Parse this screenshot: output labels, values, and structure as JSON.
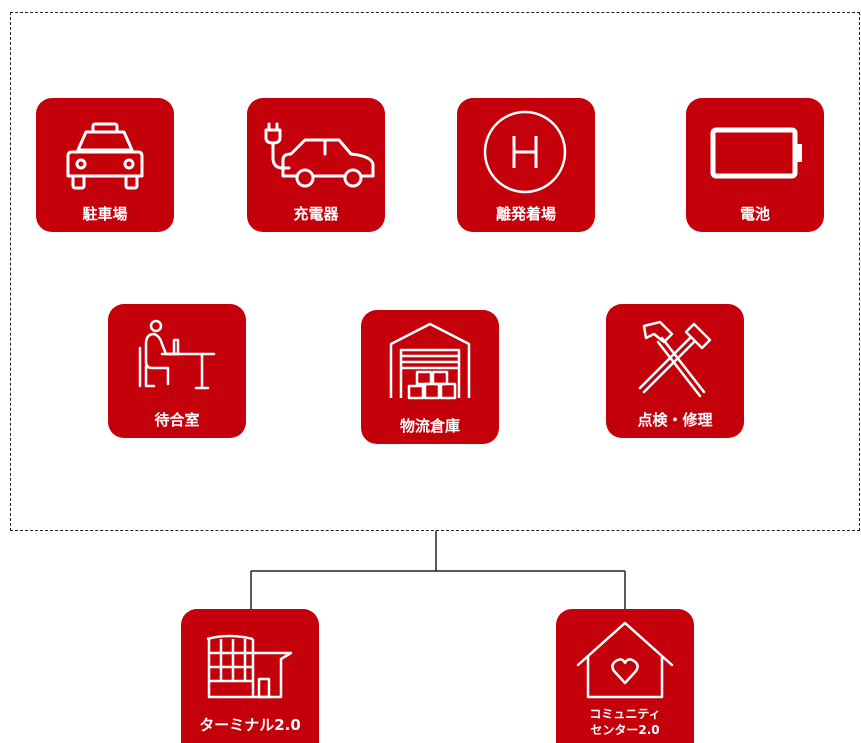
{
  "facilities": {
    "row1": [
      {
        "label": "駐車場",
        "icon": "taxi-icon"
      },
      {
        "label": "充電器",
        "icon": "ev-charging-car-icon"
      },
      {
        "label": "離発着場",
        "icon": "helipad-icon"
      },
      {
        "label": "電池",
        "icon": "battery-icon"
      }
    ],
    "row2": [
      {
        "label": "待合室",
        "icon": "waiting-room-icon"
      },
      {
        "label": "物流倉庫",
        "icon": "warehouse-icon"
      },
      {
        "label": "点検・修理",
        "icon": "hammer-tools-icon"
      }
    ]
  },
  "outputs": [
    {
      "label": "ターミナル2.0",
      "icon": "terminal-building-icon"
    },
    {
      "label_line1": "コミュニティ",
      "label_line2": "センター2.0",
      "icon": "house-heart-icon"
    }
  ],
  "colors": {
    "tile": "#c4000b",
    "line": "#222222"
  }
}
